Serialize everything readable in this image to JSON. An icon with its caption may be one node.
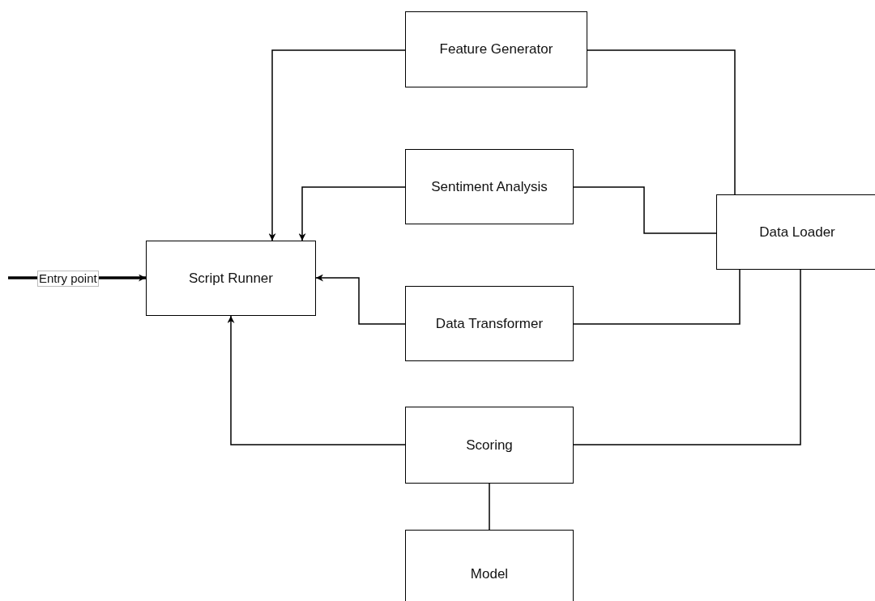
{
  "diagram": {
    "nodes": [
      {
        "text": [
          "Script Runner"
        ]
      },
      {
        "text": [
          "Feature Generator"
        ]
      },
      {
        "text": [
          "Sentiment Analysis"
        ]
      },
      {
        "text": [
          "Data Transformer"
        ]
      },
      {
        "text": [
          "Data Loader"
        ]
      },
      {
        "text": [
          "Scoring"
        ]
      },
      {
        "text": [
          "Model"
        ]
      }
    ],
    "edges": [
      {
        "from": null,
        "to": 0,
        "arrow": "to",
        "label": "Entry point",
        "style": "thick"
      },
      {
        "from": 1,
        "to": 0,
        "arrow": "to"
      },
      {
        "from": 1,
        "to": 4,
        "arrow": "none"
      },
      {
        "from": 2,
        "to": 0,
        "arrow": "to"
      },
      {
        "from": 2,
        "to": 4,
        "arrow": "none"
      },
      {
        "from": 3,
        "to": 0,
        "arrow": "to"
      },
      {
        "from": 3,
        "to": 4,
        "arrow": "none"
      },
      {
        "from": 5,
        "to": 0,
        "arrow": "to"
      },
      {
        "from": 5,
        "to": 4,
        "arrow": "none"
      },
      {
        "from": 5,
        "to": 6,
        "arrow": "none"
      }
    ]
  }
}
